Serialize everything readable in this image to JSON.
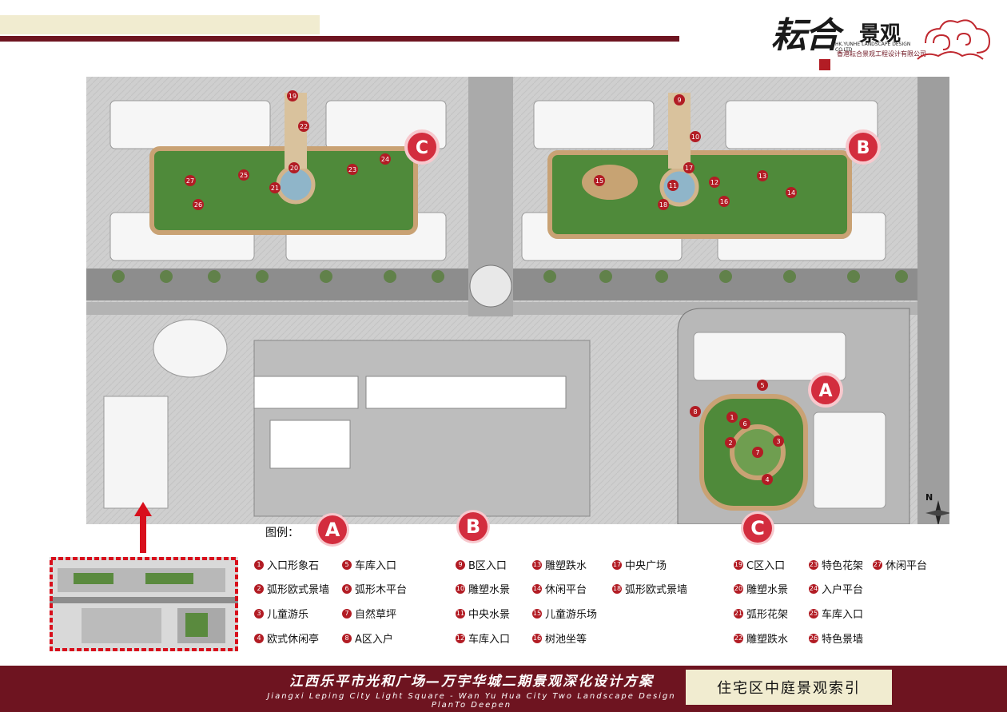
{
  "logo": {
    "mark": "耘合",
    "word": "景观",
    "company_en": "HK.YUNHE LANDSCAPE DESIGN CO.LTD",
    "company_cn": "香港耘合景观工程设计有限公司"
  },
  "legend": {
    "title": "图例：",
    "zones": [
      {
        "label": "A"
      },
      {
        "label": "B"
      },
      {
        "label": "C"
      }
    ],
    "zone_a": [
      {
        "num": "1",
        "label": "入口形象石"
      },
      {
        "num": "2",
        "label": "弧形欧式景墙"
      },
      {
        "num": "3",
        "label": "儿童游乐"
      },
      {
        "num": "4",
        "label": "欧式休闲亭"
      },
      {
        "num": "5",
        "label": "车库入口"
      },
      {
        "num": "6",
        "label": "弧形木平台"
      },
      {
        "num": "7",
        "label": "自然草坪"
      },
      {
        "num": "8",
        "label": "A区入户"
      }
    ],
    "zone_b": [
      {
        "num": "9",
        "label": "B区入口"
      },
      {
        "num": "10",
        "label": "雕塑水景"
      },
      {
        "num": "11",
        "label": "中央水景"
      },
      {
        "num": "12",
        "label": "车库入口"
      },
      {
        "num": "13",
        "label": "雕塑跌水"
      },
      {
        "num": "14",
        "label": "休闲平台"
      },
      {
        "num": "15",
        "label": "儿童游乐场"
      },
      {
        "num": "16",
        "label": "树池坐等"
      },
      {
        "num": "17",
        "label": "中央广场"
      },
      {
        "num": "18",
        "label": "弧形欧式景墙"
      }
    ],
    "zone_c": [
      {
        "num": "19",
        "label": "C区入口"
      },
      {
        "num": "20",
        "label": "雕塑水景"
      },
      {
        "num": "21",
        "label": "弧形花架"
      },
      {
        "num": "22",
        "label": "雕塑跌水"
      },
      {
        "num": "23",
        "label": "特色花架"
      },
      {
        "num": "24",
        "label": "入户平台"
      },
      {
        "num": "25",
        "label": "车库入口"
      },
      {
        "num": "26",
        "label": "特色景墙"
      },
      {
        "num": "27",
        "label": "休闲平台"
      }
    ]
  },
  "plan_markers": {
    "zone_labels": [
      "C",
      "B",
      "A"
    ],
    "numbers": [
      "19",
      "22",
      "20",
      "21",
      "23",
      "24",
      "25",
      "27",
      "26",
      "9",
      "10",
      "17",
      "11",
      "12",
      "13",
      "14",
      "15",
      "16",
      "18",
      "5",
      "1",
      "6",
      "2",
      "3",
      "7",
      "4",
      "8"
    ]
  },
  "compass": {
    "label": "N"
  },
  "footer": {
    "title": "江西乐平市光和广场—万宇华城二期景观深化设计方案",
    "subtitle": "Jiangxi Leping City Light Square - Wan Yu Hua City Two Landscape Design PlanTo Deepen",
    "page_name": "住宅区中庭景观索引"
  },
  "colors": {
    "maroon": "#6e1420",
    "cream": "#f1ecd0",
    "marker_red": "#b21c24",
    "zone_badge": "#d32d3e",
    "lawn_green": "#4f8a3a"
  }
}
